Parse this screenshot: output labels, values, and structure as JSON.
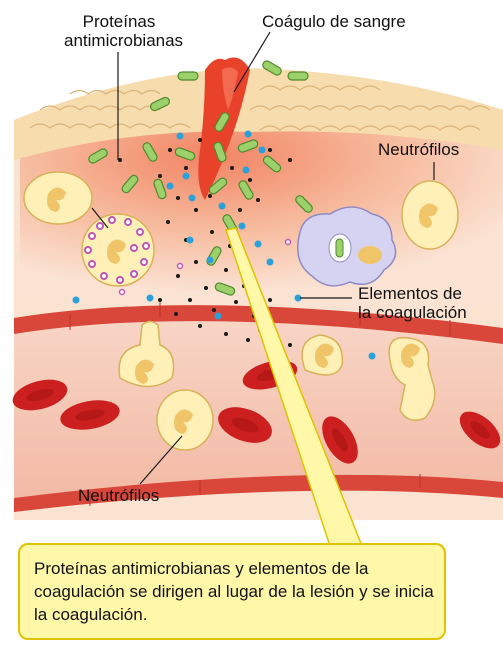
{
  "labels": {
    "antimicrobial_line1": "Proteínas",
    "antimicrobial_line2": "antimicrobianas",
    "clot": "Coágulo de sangre",
    "neutrophils_top": "Neutrófilos",
    "clotting_line1": "Elementos de",
    "clotting_line2": "la coagulación",
    "neutrophils_bottom": "Neutrófilos"
  },
  "caption": "Proteínas antimicrobianas y elementos de la coagulación se dirigen al lugar de la lesión y se inicia la coagulación.",
  "colors": {
    "skin": "#f7dcae",
    "skin_scales": "#e9c58e",
    "tissue": "#fbe0cf",
    "inflamed": "#f18a6a",
    "clot": "#e8432a",
    "vessel_wall": "#d9463a",
    "vessel_inner": "#f4c3b2",
    "rbc": "#cc1f1f",
    "bacteria": "#9bd06a",
    "neutrophil": "#fff0b8",
    "neutrophil_nucleus": "#f0c56a",
    "protein_dot": "#1a1a1a",
    "clotting_dot": "#2aa1d8",
    "granule": "#c056b8",
    "macrophage": "#d6d3f2",
    "caption_bg": "#fff8a8",
    "caption_border": "#e0c200"
  }
}
